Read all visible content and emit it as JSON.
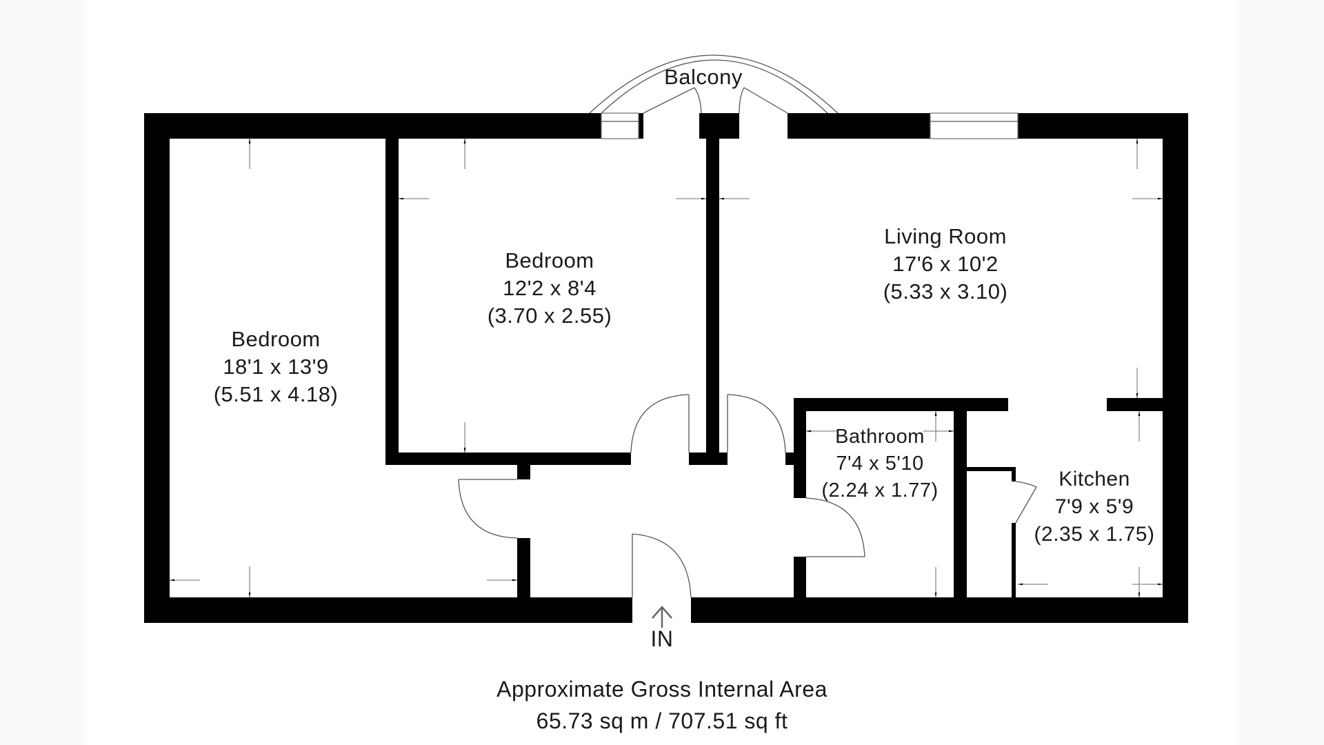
{
  "floorplan": {
    "balcony_label": "Balcony",
    "entrance_label": "IN",
    "rooms": [
      {
        "name": "Bedroom",
        "imperial": "18'1 x 13'9",
        "metric": "(5.51 x 4.18)"
      },
      {
        "name": "Bedroom",
        "imperial": "12'2 x 8'4",
        "metric": "(3.70 x 2.55)"
      },
      {
        "name": "Living Room",
        "imperial": "17'6 x 10'2",
        "metric": "(5.33 x 3.10)"
      },
      {
        "name": "Bathroom",
        "imperial": "7'4 x 5'10",
        "metric": "(2.24 x 1.77)"
      },
      {
        "name": "Kitchen",
        "imperial": "7'9 x 5'9",
        "metric": "(2.35 x 1.75)"
      }
    ],
    "area": {
      "title": "Approximate Gross Internal Area",
      "value": "65.73 sq m / 707.51 sq ft"
    }
  },
  "colors": {
    "wall": "#000000",
    "background": "#ffffff",
    "side_band": "#fafafa"
  }
}
